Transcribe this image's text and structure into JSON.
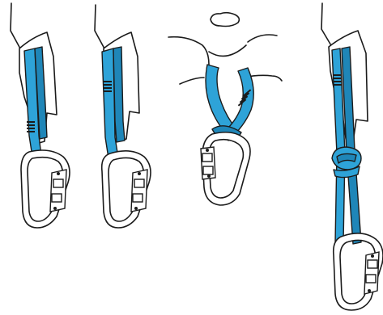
{
  "colors": {
    "sling": "#2ea3d8",
    "sling_dark": "#1f86b8",
    "outline": "#1b1b1b",
    "background": "#ffffff"
  },
  "panels": [
    {
      "id": "sling-on-rock-horn",
      "icon": "rock-horn-sling-carabiner"
    },
    {
      "id": "sling-on-rock-horn-alt",
      "icon": "rock-horn-sling-carabiner"
    },
    {
      "id": "sling-girth-hitch-tree",
      "icon": "tree-fork-girth-hitch"
    },
    {
      "id": "sling-knotted-on-rock",
      "icon": "rock-sling-overhand-knot"
    }
  ]
}
